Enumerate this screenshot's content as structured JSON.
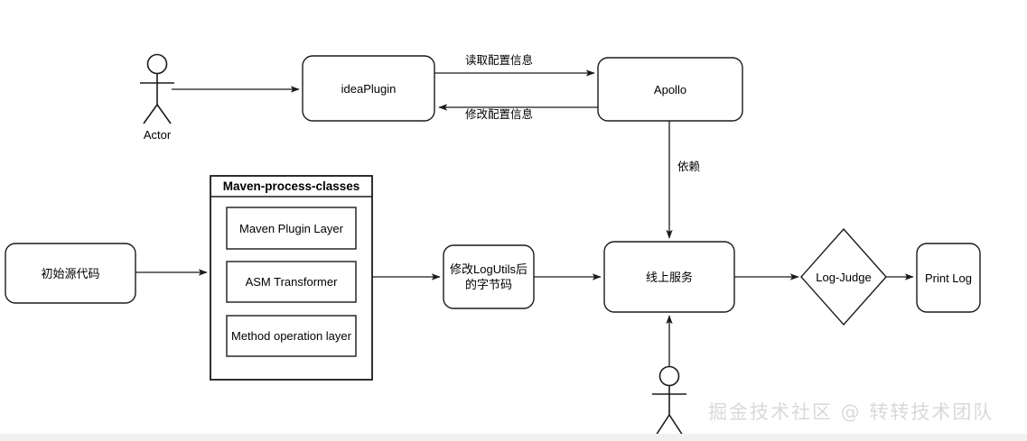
{
  "diagram": {
    "title_watermark": "掘金技术社区 @ 转转技术团队",
    "stroke_color": "#1a1a1a",
    "fill_color": "#ffffff",
    "watermark_color": "#d9d9d9",
    "nodes": {
      "actor_top": {
        "label": "Actor"
      },
      "idea_plugin": {
        "label": "ideaPlugin"
      },
      "apollo": {
        "label": "Apollo"
      },
      "source_code": {
        "label": "初始源代码"
      },
      "maven_group": {
        "title": "Maven-process-classes"
      },
      "maven_plugin_layer": {
        "label": "Maven Plugin Layer"
      },
      "asm_transformer": {
        "label": "ASM Transformer"
      },
      "method_operation_layer": {
        "label": "Method operation layer"
      },
      "bytecode": {
        "label": "修改LogUtils后\n的字节码"
      },
      "online_service": {
        "label": "线上服务"
      },
      "log_judge": {
        "label": "Log-Judge"
      },
      "print_log": {
        "label": "Print Log"
      },
      "actor_bottom": {
        "label": ""
      }
    },
    "edges": [
      {
        "id": "actor-to-ideaplugin",
        "label": ""
      },
      {
        "id": "ideaplugin-to-apollo",
        "label": "读取配置信息"
      },
      {
        "id": "apollo-to-ideaplugin",
        "label": "修改配置信息"
      },
      {
        "id": "apollo-to-online-service",
        "label": "依赖"
      },
      {
        "id": "source-to-maven",
        "label": ""
      },
      {
        "id": "maven-to-bytecode",
        "label": ""
      },
      {
        "id": "bytecode-to-online-service",
        "label": ""
      },
      {
        "id": "online-service-to-log-judge",
        "label": ""
      },
      {
        "id": "log-judge-to-print-log",
        "label": ""
      },
      {
        "id": "actor-bottom-to-online-service",
        "label": ""
      }
    ]
  }
}
